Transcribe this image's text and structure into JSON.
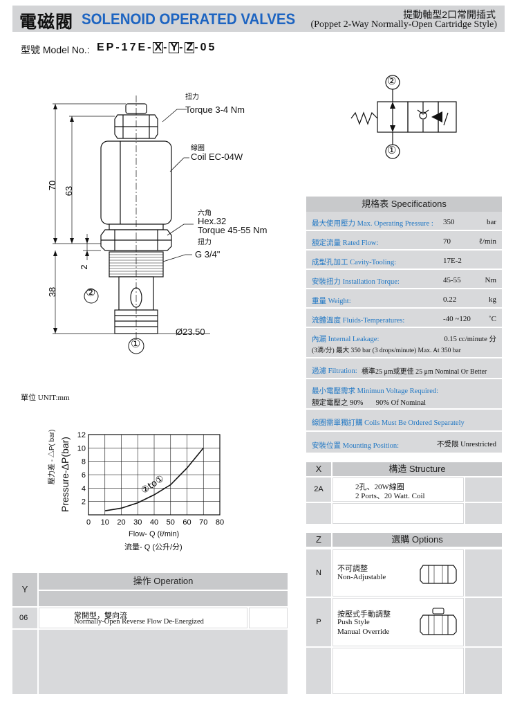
{
  "header": {
    "title_zh": "電磁閥",
    "title_en": "SOLENOID OPERATED VALVES",
    "subtitle_zh": "提動軸型2口常開插式",
    "subtitle_en": "(Poppet 2-Way Normally-Open Cartridge Style)"
  },
  "model": {
    "label": "型號 Model No.:",
    "code_prefix": "EP-17E-",
    "x": "X",
    "dash1": "-",
    "y": "Y",
    "dash2": "-",
    "z": "Z",
    "suffix": "-05"
  },
  "drawing": {
    "torque_zh": "扭力",
    "torque_label": "Torque 3-4 Nm",
    "coil_zh": "線圈",
    "coil_label": "Coil EC-04W",
    "hex_zh": "六角",
    "hex_label": "Hex.32",
    "hex_torque": "Torque 45-55 Nm",
    "hex_torque_zh": "扭力",
    "thread": "G 3/4\"",
    "dim_70": "70",
    "dim_63": "63",
    "dim_2": "2",
    "dim_38": "38",
    "diameter": "Ø23.50",
    "port2": "②",
    "port1": "①",
    "unit": "單位 UNIT:mm"
  },
  "symbol": {
    "port2": "②",
    "port1": "①"
  },
  "chart_data": {
    "type": "line",
    "title": "",
    "xlabel": "Flow- Q (ℓ/min)",
    "xlabel_zh": "流量- Q (公升/分)",
    "ylabel": "Pressure-ΔP(bar)",
    "ylabel_zh": "壓力差 - △P( bar)",
    "xlim": [
      0,
      80
    ],
    "ylim": [
      0,
      12
    ],
    "x_ticks": [
      0,
      10,
      20,
      30,
      40,
      50,
      60,
      70,
      80
    ],
    "y_ticks": [
      2,
      4,
      6,
      8,
      10,
      12
    ],
    "grid": true,
    "annotation": "②to①",
    "series": [
      {
        "x": [
          10,
          20,
          30,
          40,
          50,
          60,
          70
        ],
        "y": [
          0.6,
          1.0,
          1.8,
          3.0,
          4.5,
          7.0,
          10.0
        ]
      }
    ]
  },
  "spec": {
    "header": "規格表 Specifications",
    "rows": [
      {
        "label": "最大使用壓力 Max. Operating Pressure :",
        "value": "350",
        "unit": "bar"
      },
      {
        "label": "額定流量 Rated Flow:",
        "value": "70",
        "unit": "ℓ/min"
      },
      {
        "label": "成型孔加工 Cavity-Tooling:",
        "value": "17E-2",
        "unit": ""
      },
      {
        "label": "安裝扭力 Installation Torque:",
        "value": "45-55",
        "unit": "Nm"
      },
      {
        "label": "重量 Weight:",
        "value": "0.22",
        "unit": "kg"
      },
      {
        "label": "流體溫度 Fluids-Temperatures:",
        "value": "-40 ~120",
        "unit": "˚C"
      }
    ],
    "leakage_label": "內漏 Internal Leakage:",
    "leakage_value": "0.15 cc/minute 分",
    "leakage_line2": "(3滴/分) 最大 350 bar   (3 drops/minute) Max. At 350 bar",
    "filtration_label": "過濾 Filtration:",
    "filtration_value": "標準25 μm或更佳 25 μm Nominal Or Better",
    "min_voltage_label": "最小電壓需求 Minimun Voltage Required:",
    "min_voltage_value": "額定電壓之 90%       90% Of Nominal",
    "coils_note": "線圈需單獨訂購 Coils Must Be Ordered Separately",
    "mounting_label": "安裝位置 Mounting Position:",
    "mounting_value": "不受限  Unrestricted"
  },
  "structure": {
    "col": "X",
    "header": "構造 Structure",
    "rows": [
      {
        "code": "2A",
        "zh": "2孔、20W線圈",
        "en": "2 Ports、20 Watt. Coil"
      }
    ]
  },
  "options": {
    "col": "Z",
    "header": "選購 Options",
    "rows": [
      {
        "code": "N",
        "zh": "不可調整",
        "en": "Non-Adjustable",
        "en2": ""
      },
      {
        "code": "P",
        "zh": "按壓式手動調整",
        "en": "Push Style",
        "en2": "Manual Override"
      }
    ]
  },
  "operation": {
    "col": "Y",
    "header": "操作 Operation",
    "rows": [
      {
        "code": "06",
        "zh": "常開型，雙向流",
        "en": "Normally-Open Reverse Flow De-Energized"
      }
    ]
  }
}
